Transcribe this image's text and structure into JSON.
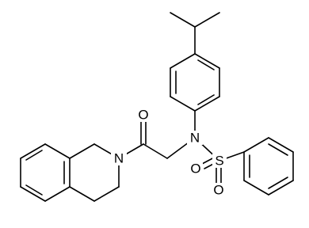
{
  "structure": {
    "atoms": {
      "oxygen_carbonyl": "O",
      "nitrogen_ring": "N",
      "nitrogen_sulfonamide": "N",
      "sulfur": "S",
      "oxygen_sulfonyl_left": "O",
      "oxygen_sulfonyl_bottom": "O"
    }
  }
}
